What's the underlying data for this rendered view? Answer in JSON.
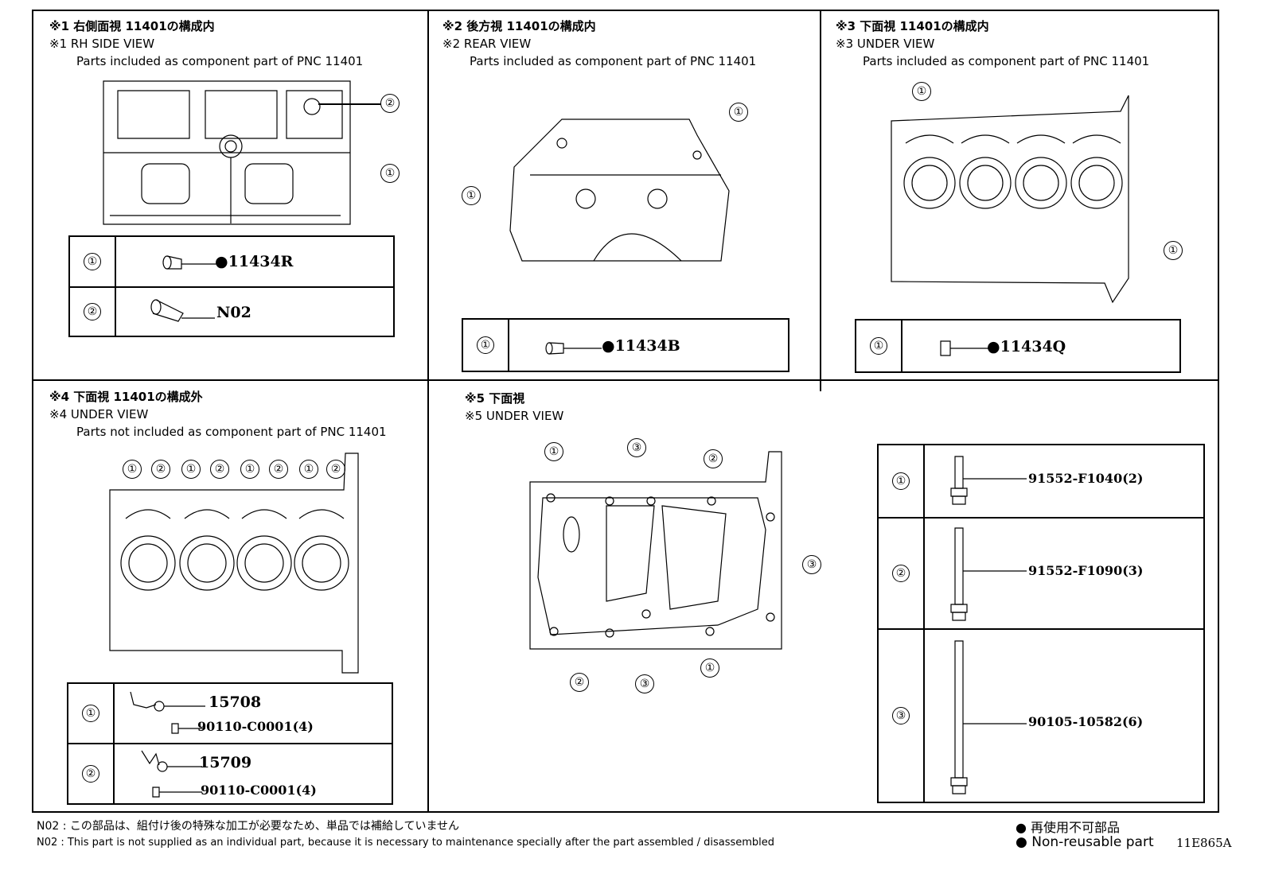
{
  "panels": {
    "p1": {
      "jp": "※1 右側面視 11401の構成内",
      "en": "※1 RH SIDE VIEW",
      "note": "Parts included as component part of PNC 11401",
      "rows": [
        {
          "num": "①",
          "part": "●11434R"
        },
        {
          "num": "②",
          "part": "N02"
        }
      ],
      "callouts": [
        "②",
        "①"
      ]
    },
    "p2": {
      "jp": "※2 後方視 11401の構成内",
      "en": "※2 REAR VIEW",
      "note": "Parts included as component part of PNC 11401",
      "rows": [
        {
          "num": "①",
          "part": "●11434B"
        }
      ],
      "callouts": [
        "①",
        "①"
      ]
    },
    "p3": {
      "jp": "※3 下面視 11401の構成内",
      "en": "※3 UNDER VIEW",
      "note": "Parts included as component part of PNC 11401",
      "rows": [
        {
          "num": "①",
          "part": "●11434Q"
        }
      ],
      "callouts": [
        "①",
        "①"
      ]
    },
    "p4": {
      "jp": "※4 下面視 11401の構成外",
      "en": "※4 UNDER VIEW",
      "note": "Parts not included as component part of PNC 11401",
      "rows": [
        {
          "num": "①",
          "part": "15708",
          "sub": "90110-C0001(4)"
        },
        {
          "num": "②",
          "part": "15709",
          "sub": "90110-C0001(4)"
        }
      ],
      "callouts": [
        "①",
        "②",
        "①",
        "②",
        "①",
        "②",
        "①",
        "②"
      ]
    },
    "p5": {
      "jp": "※5 下面視",
      "en": "※5 UNDER VIEW",
      "rows": [
        {
          "num": "①",
          "part": "91552-F1040(2)"
        },
        {
          "num": "②",
          "part": "91552-F1090(3)"
        },
        {
          "num": "③",
          "part": "90105-10582(6)"
        }
      ],
      "callouts": [
        "①",
        "③",
        "②",
        "③",
        "②",
        "③",
        "①"
      ]
    }
  },
  "footer": {
    "jp": "N02 : この部品は、組付け後の特殊な加工が必要なため、単品では補給していません",
    "en": "N02 : This part is not supplied as an individual part, because it is necessary to maintenance specially after the part assembled / disassembled",
    "legend_jp": "● 再使用不可部品",
    "legend_en": "● Non-reusable part",
    "code": "11E865A"
  }
}
